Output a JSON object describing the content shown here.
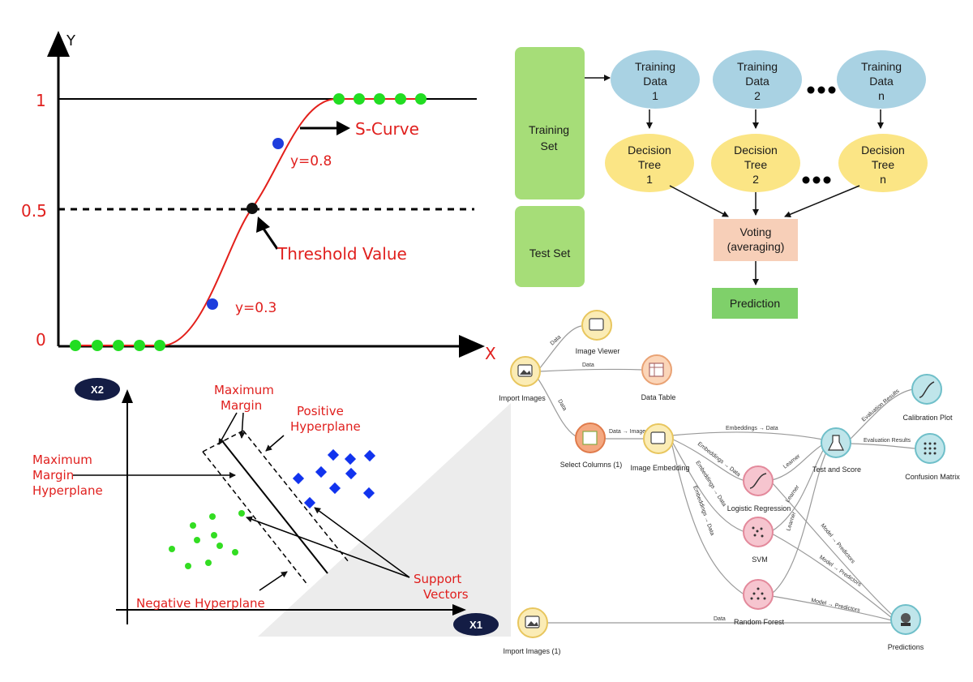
{
  "sigmoid": {
    "y_axis": "Y",
    "x_axis": "X",
    "tick_1": "1",
    "tick_05": "0.5",
    "tick_0": "0",
    "s_curve": "S-Curve",
    "y08": "y=0.8",
    "y03": "y=0.3",
    "threshold": "Threshold Value",
    "colors": {
      "curve": "#e3201b",
      "green_point": "#22dd22",
      "blue_point": "#1e3ddd",
      "label": "#e0201e"
    }
  },
  "random_forest": {
    "training_set": [
      "Training",
      "Set"
    ],
    "test_set": "Test Set",
    "training_data": [
      {
        "l1": "Training",
        "l2": "Data",
        "l3": "1"
      },
      {
        "l1": "Training",
        "l2": "Data",
        "l3": "2"
      },
      {
        "l1": "Training",
        "l2": "Data",
        "l3": "n"
      }
    ],
    "decision_tree": [
      {
        "l1": "Decision",
        "l2": "Tree",
        "l3": "1"
      },
      {
        "l1": "Decision",
        "l2": "Tree",
        "l3": "2"
      },
      {
        "l1": "Decision",
        "l2": "Tree",
        "l3": "n"
      }
    ],
    "voting": [
      "Voting",
      "(averaging)"
    ],
    "prediction": "Prediction",
    "colors": {
      "green_box": "#a6dd78",
      "blue_ellipse": "#a9d2e3",
      "yellow_ellipse": "#fbe585",
      "voting_box": "#f7cfb8",
      "prediction_box": "#7fd06a"
    }
  },
  "svm": {
    "x2": "X2",
    "x1": "X1",
    "maximum_margin": [
      "Maximum",
      "Margin"
    ],
    "positive_hyperplane": [
      "Positive",
      "Hyperplane"
    ],
    "max_margin_hyperplane": [
      "Maximum",
      "Margin",
      "Hyperplane"
    ],
    "support_vectors": [
      "Support",
      "Vectors"
    ],
    "negative_hyperplane": "Negative Hyperplane",
    "colors": {
      "badge": "#141d45",
      "green": "#33dd22",
      "blue": "#1133ee"
    }
  },
  "workflow": {
    "nodes": {
      "import_images": "Import Images",
      "image_viewer": "Image Viewer",
      "data_table": "Data Table",
      "select_columns": "Select Columns (1)",
      "image_embedding": "Image Embedding",
      "logistic_regression": "Logistic Regression",
      "svm": "SVM",
      "random_forest": "Random Forest",
      "test_and_score": "Test and Score",
      "calibration_plot": "Calibration Plot",
      "confusion_matrix": "Confusion Matrix",
      "predictions": "Predictions",
      "import_images_1": "Import Images (1)"
    },
    "edges": {
      "data": "Data",
      "data_images": "Data → Images",
      "embeddings_data": "Embeddings → Data",
      "learner": "Learner",
      "evaluation_results": "Evaluation Results",
      "model_predictors": "Model → Predictors"
    }
  }
}
